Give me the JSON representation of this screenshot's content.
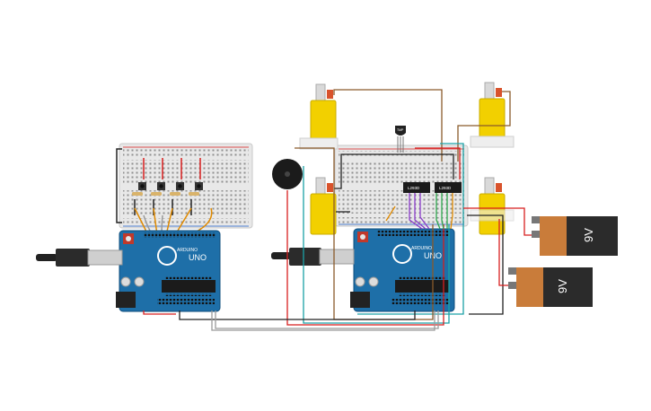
{
  "circuit": {
    "arduino_left": {
      "brand_label": "ARDUINO",
      "model_label": "UNO"
    },
    "arduino_right": {
      "brand_label": "ARDUINO",
      "model_label": "UNO"
    },
    "motor_driver_1": {
      "label": "L293D"
    },
    "motor_driver_2": {
      "label": "L293D"
    },
    "sensor": {
      "label": "TMP"
    },
    "battery_top": {
      "label": "9V"
    },
    "battery_bottom": {
      "label": "9V"
    },
    "colors": {
      "board_blue": "#1e6fa8",
      "board_dark": "#0f4e7d",
      "motor_yellow": "#f2d000",
      "battery_orange": "#c97c3a",
      "battery_black": "#2b2b2b",
      "breadboard": "#e8e8e8",
      "wire_red": "#d81f1f",
      "wire_black": "#222222",
      "wire_orange": "#e08a00",
      "wire_brown": "#8a5a2b",
      "wire_teal": "#1ba1a6",
      "wire_purple": "#8a3cc9",
      "wire_green": "#2fa84f",
      "wire_gray": "#9a9a9a"
    }
  }
}
